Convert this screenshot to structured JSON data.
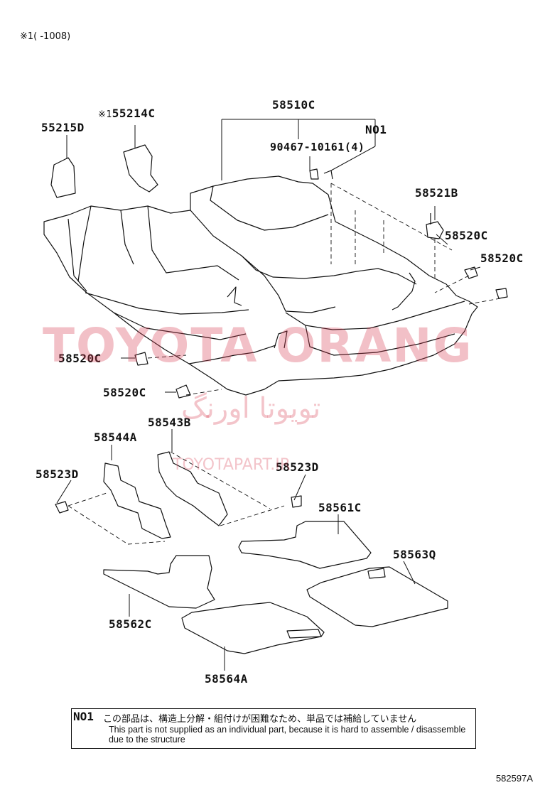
{
  "header": {
    "note": "※1(    -1008)"
  },
  "parts": {
    "p55215D": "55215D",
    "p55214C": "55214C",
    "p55214C_prefix": "※1",
    "p58510C": "58510C",
    "pNO1": "NO1",
    "p90467": "90467-10161(4)",
    "p58521B": "58521B",
    "p58520C_a": "58520C",
    "p58520C_b": "58520C",
    "p58520C_c": "58520C",
    "p58520C_d": "58520C",
    "p58543B": "58543B",
    "p58544A": "58544A",
    "p58523D_a": "58523D",
    "p58523D_b": "58523D",
    "p58561C": "58561C",
    "p58563Q": "58563Q",
    "p58562C": "58562C",
    "p58564A": "58564A"
  },
  "watermark": {
    "latin": "TOYOTA ORANG",
    "arabic": "تویوتا اورنگ",
    "url": "TOYOTAPART.IR"
  },
  "note": {
    "code": "NO1",
    "japanese": "この部品は、構造上分解・組付けが困難なため、単品では補給していません",
    "english": "This part is not supplied as an individual part, because it is hard to assemble / disassemble due to the structure"
  },
  "diagram_code": "582597A"
}
